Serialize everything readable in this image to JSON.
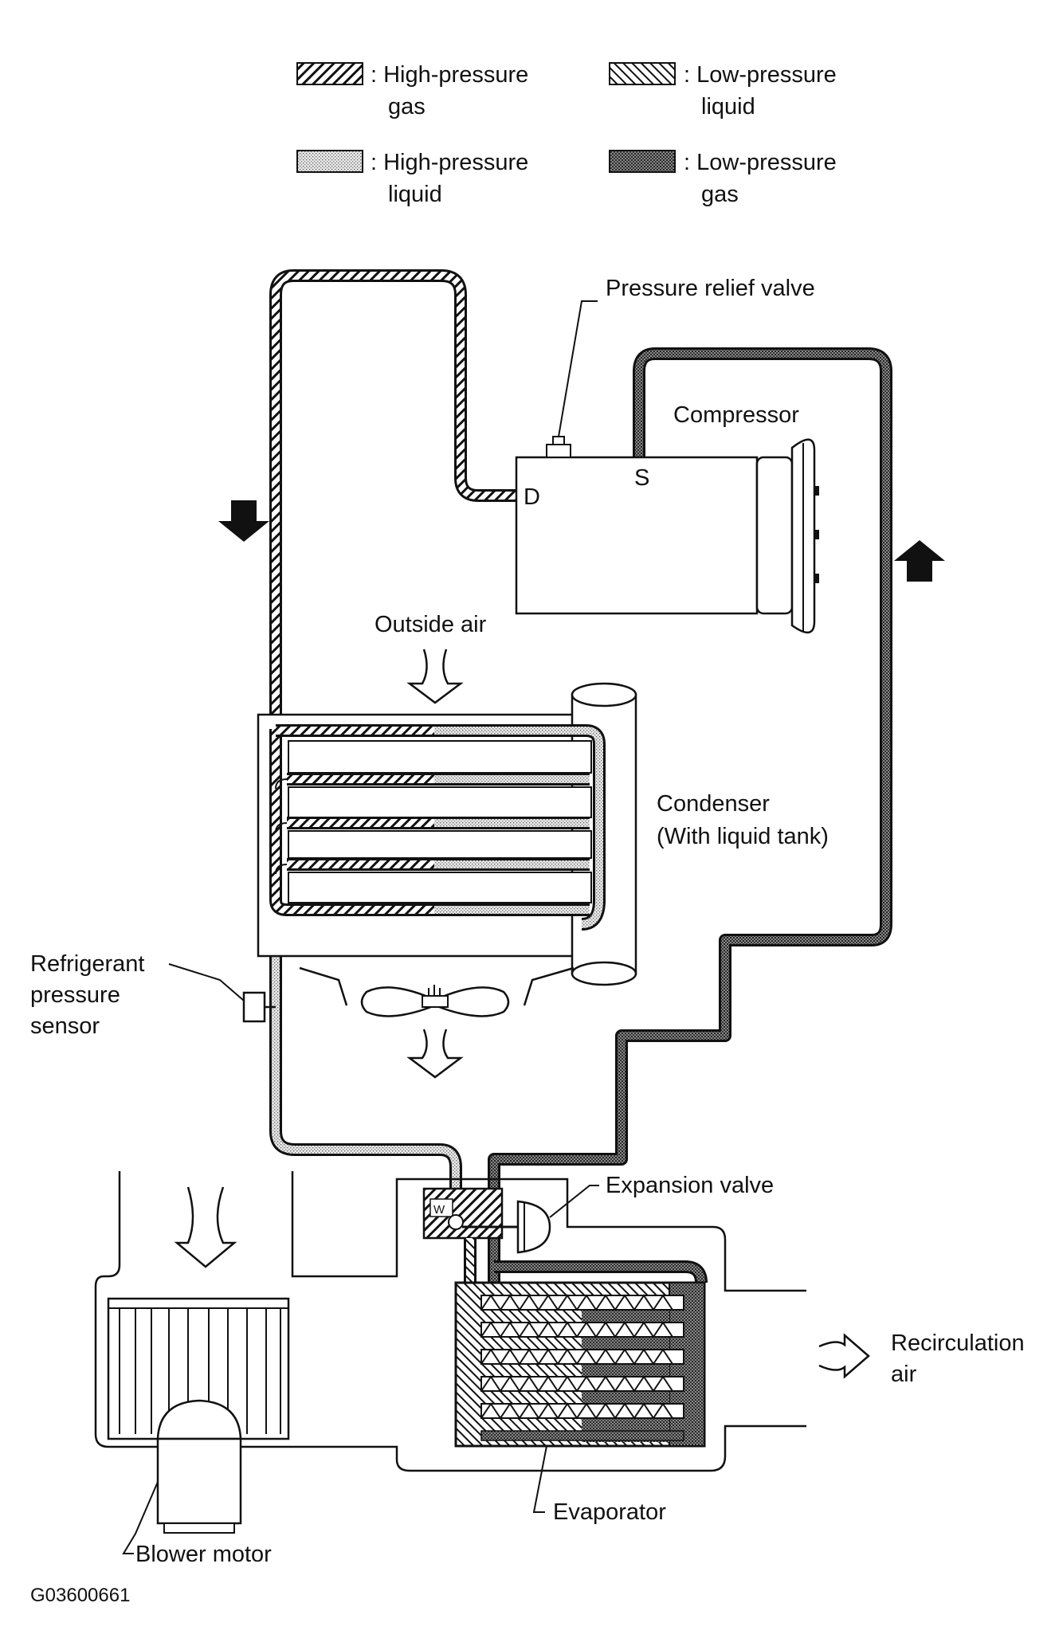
{
  "legend": [
    {
      "key": "hp_gas",
      "line1": ": High-pressure",
      "line2": "gas"
    },
    {
      "key": "lp_liquid",
      "line1": ": Low-pressure",
      "line2": "liquid"
    },
    {
      "key": "hp_liquid",
      "line1": ": High-pressure",
      "line2": "liquid"
    },
    {
      "key": "lp_gas",
      "line1": ": Low-pressure",
      "line2": "gas"
    }
  ],
  "labels": {
    "pressure_relief_valve": "Pressure relief valve",
    "compressor": "Compressor",
    "discharge": "D",
    "suction": "S",
    "outside_air": "Outside air",
    "condenser_line1": "Condenser",
    "condenser_line2": "(With liquid tank)",
    "sensor_line1": "Refrigerant",
    "sensor_line2": "pressure",
    "sensor_line3": "sensor",
    "expansion_valve": "Expansion valve",
    "recirc_line1": "Recirculation",
    "recirc_line2": "air",
    "evaporator": "Evaporator",
    "blower_motor": "Blower motor",
    "figure_id": "G03600661"
  }
}
